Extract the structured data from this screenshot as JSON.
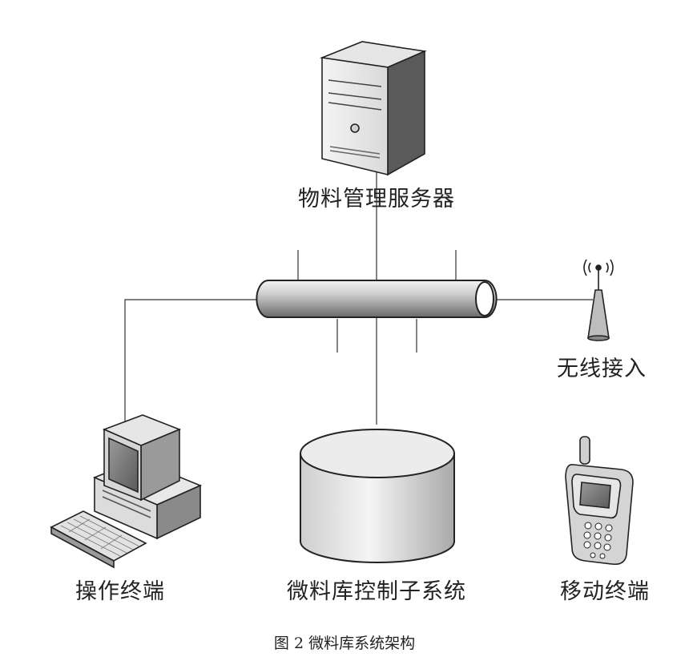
{
  "nodes": {
    "server": {
      "label": "物料管理服务器"
    },
    "wireless": {
      "label": "无线接入"
    },
    "operator": {
      "label": "操作终端"
    },
    "control": {
      "label": "微料库控制子系统"
    },
    "mobile": {
      "label": "移动终端"
    }
  },
  "caption": "图 2 微料库系统架构"
}
